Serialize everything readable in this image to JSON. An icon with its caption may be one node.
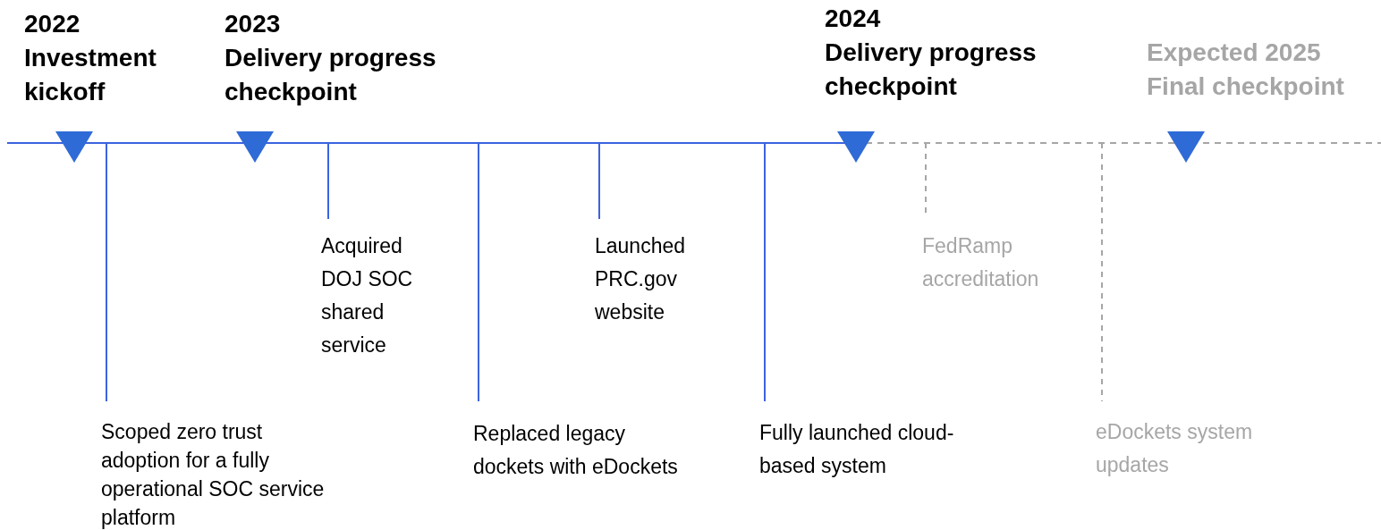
{
  "diagram": {
    "nodes": [
      {
        "text": [
          "2022",
          "Investment kickoff"
        ]
      },
      {
        "text": [
          "2023",
          "Delivery progress checkpoint"
        ]
      },
      {
        "text": [
          "2024",
          "Delivery progress checkpoint"
        ]
      },
      {
        "text": [
          "Expected 2025",
          "Final checkpoint"
        ]
      },
      {
        "text": [
          "Scoped zero trust adoption for a fully operational SOC service platform"
        ]
      },
      {
        "text": [
          "Acquired DOJ SOC shared service"
        ]
      },
      {
        "text": [
          "Replaced legacy dockets with eDockets"
        ]
      },
      {
        "text": [
          "Launched PRC.gov website"
        ]
      },
      {
        "text": [
          "Fully launched cloud-based system"
        ]
      },
      {
        "text": [
          "FedRamp accreditation"
        ]
      },
      {
        "text": [
          "eDockets system updates"
        ]
      }
    ],
    "edges": [
      {
        "from": null,
        "to": 4,
        "arrow": "none"
      },
      {
        "from": null,
        "to": 5,
        "arrow": "none"
      },
      {
        "from": null,
        "to": 6,
        "arrow": "none"
      },
      {
        "from": null,
        "to": 7,
        "arrow": "none"
      },
      {
        "from": null,
        "to": 8,
        "arrow": "none"
      },
      {
        "from": null,
        "to": 9,
        "arrow": "none",
        "style": "dashed",
        "color": "#a6a6a6"
      },
      {
        "from": null,
        "to": 10,
        "arrow": "none",
        "style": "dashed",
        "color": "#a6a6a6"
      }
    ]
  }
}
